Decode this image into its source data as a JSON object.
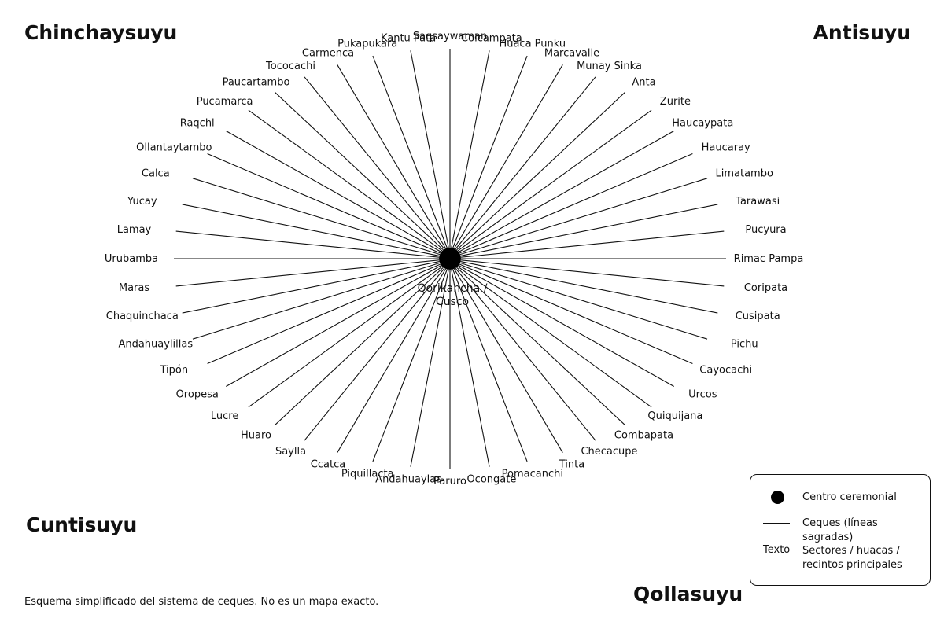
{
  "quadrants": {
    "nw": "Chinchaysuyu",
    "ne": "Antisuyu",
    "sw": "Cuntisuyu",
    "se": "Qollasuyu"
  },
  "center": {
    "line1": "Qorikancha /",
    "line2": "Cusco"
  },
  "places": [
    "Saqsaywaman",
    "Colcampata",
    "Huaca Punku",
    "Marcavalle",
    "Munay Sinka",
    "Anta",
    "Zurite",
    "Haucaypata",
    "Haucaray",
    "Limatambo",
    "Tarawasi",
    "Pucyura",
    "Rimac Pampa",
    "Coripata",
    "Cusipata",
    "Pichu",
    "Cayocachi",
    "Urcos",
    "Quiquijana",
    "Combapata",
    "Checacupe",
    "Tinta",
    "Pomacanchi",
    "Ocongate",
    "Paruro",
    "Andahuaylas",
    "Piquillacta",
    "Ccatca",
    "Saylla",
    "Huaro",
    "Lucre",
    "Oropesa",
    "Tipón",
    "Andahuaylillas",
    "Chaquinchaca",
    "Maras",
    "Urubamba",
    "Lamay",
    "Yucay",
    "Calca",
    "Ollantaytambo",
    "Raqchi",
    "Pucamarca",
    "Paucartambo",
    "Tococachi",
    "Carmenca",
    "Pukapukara",
    "Kantu Pata"
  ],
  "legend": {
    "center_label": "Centro ceremonial",
    "lines_label": "Ceques (líneas sagradas)",
    "text_symbol": "Texto",
    "text_label": "Sectores / huacas / recintos principales"
  },
  "note": "Esquema simplificado del sistema de ceques. No es un mapa exacto."
}
